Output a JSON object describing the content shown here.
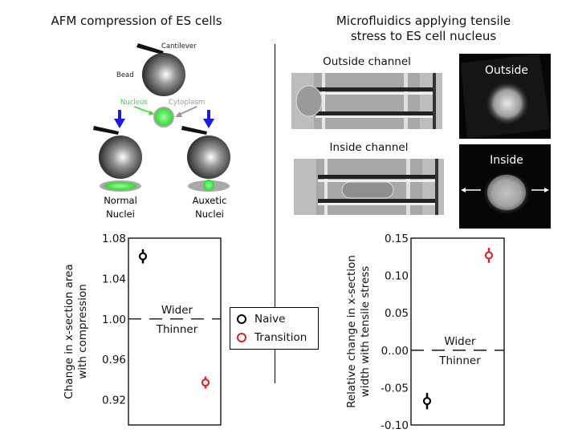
{
  "left_panel": {
    "title": "AFM compression of ES cells",
    "diagram": {
      "cantilever": "Cantilever",
      "bead": "Bead",
      "nucleus": "Nucleus",
      "cytoplasm": "Cytoplasm",
      "normal_line1": "Normal",
      "normal_line2": "Nuclei",
      "auxetic_line1": "Auxetic",
      "auxetic_line2": "Nuclei"
    }
  },
  "right_panel": {
    "title_line1": "Microfluidics applying tensile",
    "title_line2": "stress to  ES cell nucleus",
    "outside_channel": "Outside channel",
    "inside_channel": "Inside channel",
    "outside": "Outside",
    "inside": "Inside"
  },
  "legend": {
    "items": [
      {
        "label": "Naive",
        "color": "#000000"
      },
      {
        "label": "Transition",
        "color": "#d0282c"
      }
    ]
  },
  "chart_data": [
    {
      "type": "scatter",
      "ylabel_line1": "Change in x-section area",
      "ylabel_line2": "with compression",
      "ylim": [
        0.895,
        1.08
      ],
      "yticks": [
        "1.08",
        "1.04",
        "1.00",
        "0.96",
        "0.92"
      ],
      "ytick_values": [
        1.08,
        1.04,
        1.0,
        0.96,
        0.92
      ],
      "reference_line": 1.0,
      "annotation_above": "Wider",
      "annotation_below": "Thinner",
      "points": [
        {
          "series": "Naive",
          "y": 1.062,
          "err": 0.007
        },
        {
          "series": "Transition",
          "y": 0.937,
          "err": 0.006
        }
      ]
    },
    {
      "type": "scatter",
      "ylabel_line1": "Relative change in x-section",
      "ylabel_line2": "width with tensile stress",
      "ylim": [
        -0.1,
        0.15
      ],
      "yticks": [
        "0.15",
        "0.10",
        "0.05",
        "0..00",
        "-0.05",
        "-0.10"
      ],
      "ytick_values": [
        0.15,
        0.1,
        0.05,
        0.0,
        -0.05,
        -0.1
      ],
      "reference_line": 0.0,
      "annotation_above": "Wider",
      "annotation_below": "Thinner",
      "points": [
        {
          "series": "Naive",
          "y": -0.068,
          "err": 0.011
        },
        {
          "series": "Transition",
          "y": 0.127,
          "err": 0.01
        }
      ]
    }
  ]
}
